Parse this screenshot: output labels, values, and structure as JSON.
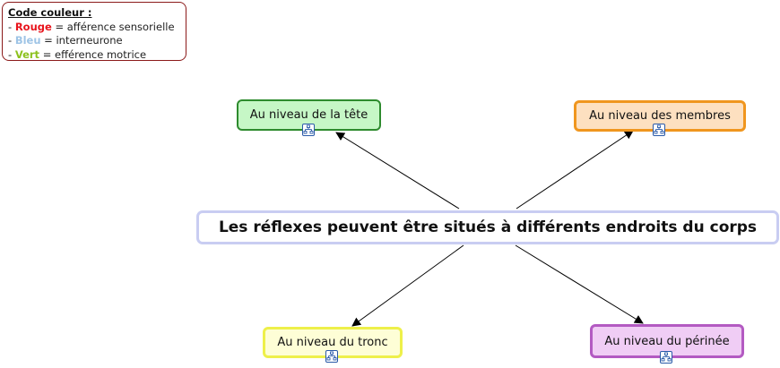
{
  "legend": {
    "title": "Code couleur :",
    "items": [
      {
        "prefix": "- ",
        "keyword": "Rouge",
        "text": " = afférence sensorielle",
        "color": "#e8141c"
      },
      {
        "prefix": "- ",
        "keyword": "Bleu",
        "text": " = interneurone",
        "color": "#9ec4e6"
      },
      {
        "prefix": "- ",
        "keyword": "Vert",
        "text": " = efférence motrice",
        "color": "#8cc11e"
      }
    ]
  },
  "central_topic": {
    "label": "Les réflexes peuvent être situés à différents endroits du corps"
  },
  "subtopics": [
    {
      "id": "tete",
      "label": "Au niveau de la tête",
      "border_color": "#2e8b2e",
      "fill_color": "#c6f7c6"
    },
    {
      "id": "membres",
      "label": "Au niveau des membres",
      "border_color": "#f0961e",
      "fill_color": "#fde0c0"
    },
    {
      "id": "tronc",
      "label": "Au niveau du tronc",
      "border_color": "#eef04a",
      "fill_color": "#fefed6"
    },
    {
      "id": "perinee",
      "label": "Au niveau du périnée",
      "border_color": "#b35ac2",
      "fill_color": "#f0cdf5"
    }
  ],
  "icons": {
    "submap": "sitemap-icon"
  }
}
